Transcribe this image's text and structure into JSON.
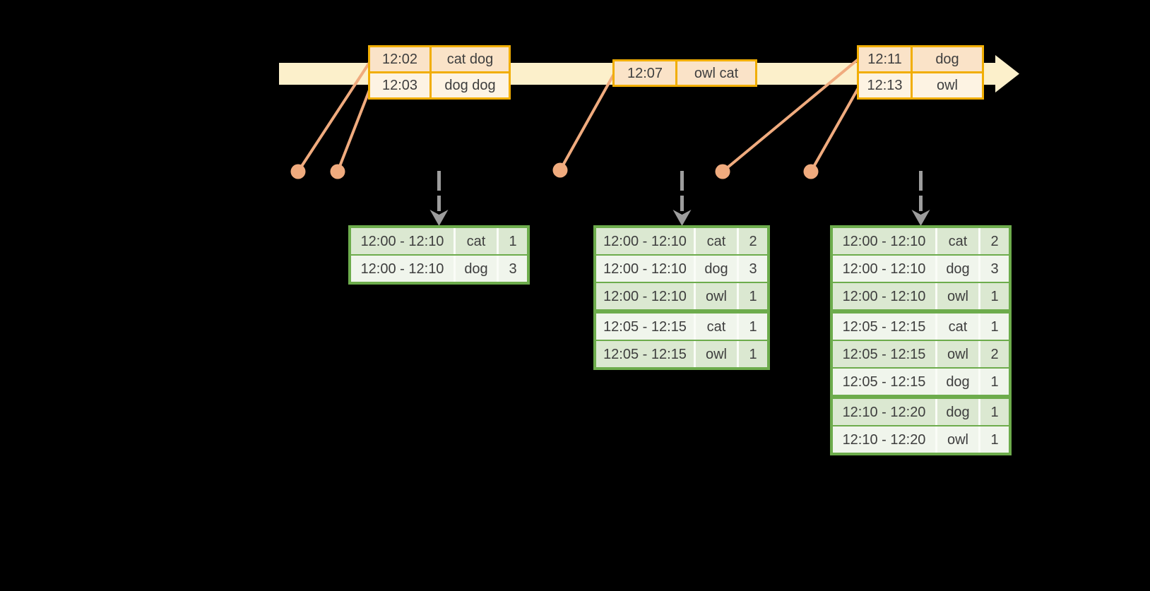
{
  "palette": {
    "band": "#fcf0cb",
    "event_border": "#f1ae03",
    "event_row_a": "#fae3c8",
    "event_row_b": "#fdf3e3",
    "connector": "#f0ab7e",
    "result_border": "#6dac4c",
    "result_row_a": "#dbe8d1",
    "result_row_b": "#f0f5ec",
    "result_gap": "#fafcf7",
    "arrow_gray": "#9d9d9d",
    "text": "#3e3e3e",
    "background": "#000000"
  },
  "timeline": {
    "event_tables": [
      {
        "rows": [
          {
            "time": "12:02",
            "words": "cat dog"
          },
          {
            "time": "12:03",
            "words": "dog dog"
          }
        ]
      },
      {
        "rows": [
          {
            "time": "12:07",
            "words": "owl cat"
          }
        ]
      },
      {
        "rows": [
          {
            "time": "12:11",
            "words": "dog"
          },
          {
            "time": "12:13",
            "words": "owl"
          }
        ]
      }
    ]
  },
  "result_tables": [
    {
      "rows": [
        {
          "window": "12:00 - 12:10",
          "word": "cat",
          "count": "1"
        },
        {
          "window": "12:00 - 12:10",
          "word": "dog",
          "count": "3"
        }
      ]
    },
    {
      "rows": [
        {
          "window": "12:00 - 12:10",
          "word": "cat",
          "count": "2"
        },
        {
          "window": "12:00 - 12:10",
          "word": "dog",
          "count": "3"
        },
        {
          "window": "12:00 - 12:10",
          "word": "owl",
          "count": "1"
        },
        {
          "window": "12:05 - 12:15",
          "word": "cat",
          "count": "1"
        },
        {
          "window": "12:05 - 12:15",
          "word": "owl",
          "count": "1"
        }
      ]
    },
    {
      "rows": [
        {
          "window": "12:00 - 12:10",
          "word": "cat",
          "count": "2"
        },
        {
          "window": "12:00 - 12:10",
          "word": "dog",
          "count": "3"
        },
        {
          "window": "12:00 - 12:10",
          "word": "owl",
          "count": "1"
        },
        {
          "window": "12:05 - 12:15",
          "word": "cat",
          "count": "1"
        },
        {
          "window": "12:05 - 12:15",
          "word": "owl",
          "count": "2"
        },
        {
          "window": "12:05 - 12:15",
          "word": "dog",
          "count": "1"
        },
        {
          "window": "12:10 - 12:20",
          "word": "dog",
          "count": "1"
        },
        {
          "window": "12:10 - 12:20",
          "word": "owl",
          "count": "1"
        }
      ]
    }
  ]
}
